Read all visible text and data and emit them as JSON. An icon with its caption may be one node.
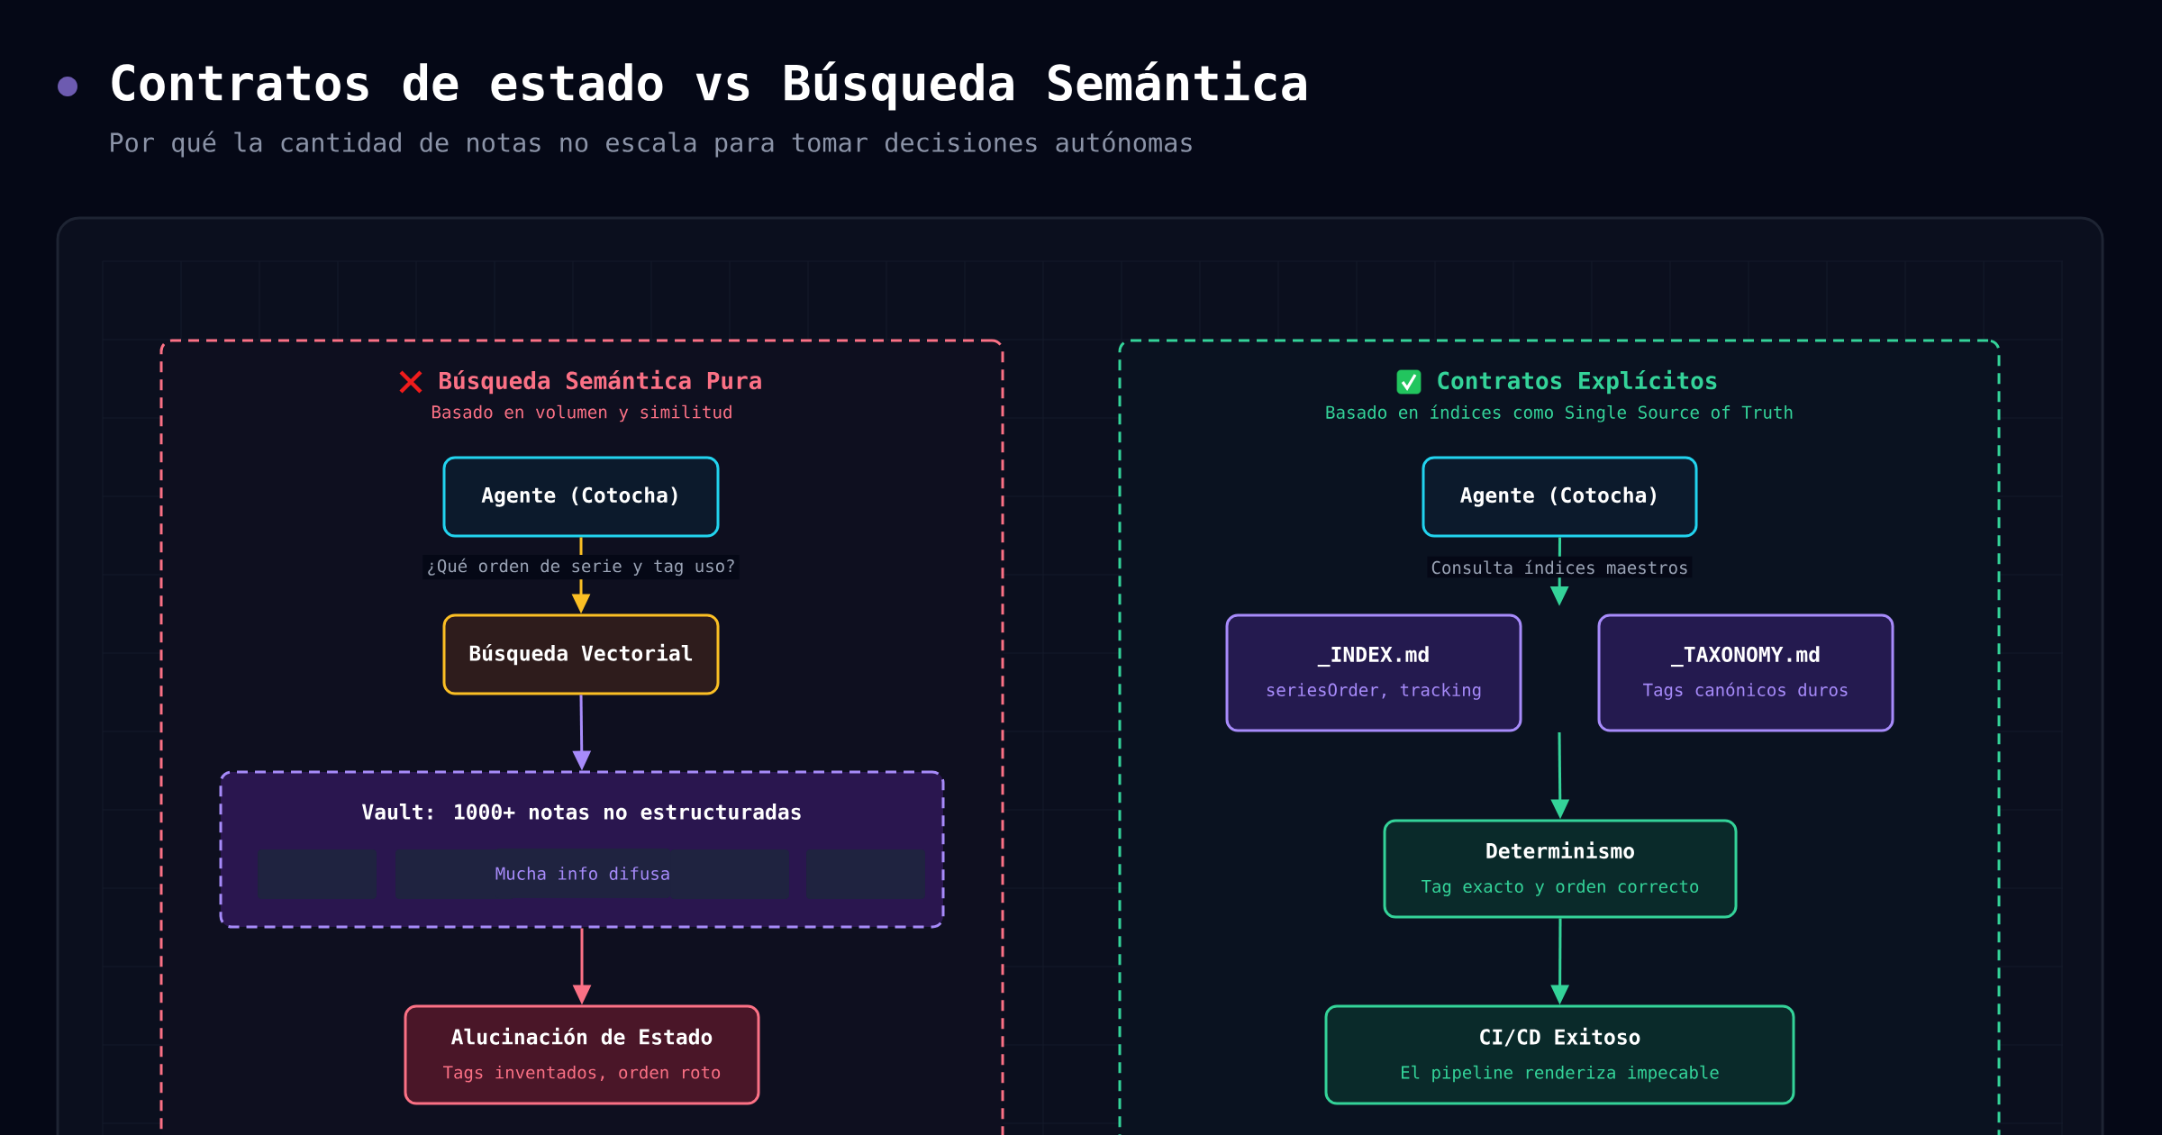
{
  "diagram": {
    "title": "Contratos de estado vs Búsqueda Semántica",
    "nodes": [
      {
        "text": [
          "Búsqueda Semántica Pura",
          "Basado en volumen y similitud"
        ]
      },
      {
        "text": [
          "Agente (Cotocha)"
        ],
        "in": 0
      },
      {
        "text": [
          "Búsqueda Vectorial"
        ],
        "in": 0
      },
      {
        "text": [
          "Vault: 1000+ notas no estructuradas"
        ],
        "in": 0
      },
      {
        "text": [
          "Alucinación de Estado",
          "Tags inventados, orden roto"
        ],
        "in": 0
      },
      {
        "text": [
          "Contratos Explícitos",
          "Basado en índices como Single Source of Truth"
        ]
      },
      {
        "text": [
          "Agente (Cotocha)"
        ],
        "in": 5
      },
      {
        "text": [
          "_INDEX.md",
          "seriesOrder, tracking"
        ],
        "in": 5
      },
      {
        "text": [
          "_TAXONOMY.md",
          "Tags canónicos duros"
        ],
        "in": 5
      },
      {
        "text": [
          "Determinismo",
          "Tag exacto y orden correcto"
        ],
        "in": 5
      },
      {
        "text": [
          "CI/CD Exitoso",
          "El pipeline renderiza impecable"
        ],
        "in": 5
      },
      {
        "text": [],
        "shape": "box",
        "in": 3
      },
      {
        "text": [],
        "shape": "box",
        "in": 3
      },
      {
        "text": [
          "Mucha info difusa"
        ],
        "in": 3
      },
      {
        "text": [],
        "shape": "box",
        "in": 3
      },
      {
        "text": [],
        "shape": "box",
        "in": 3
      }
    ],
    "edges": [
      {
        "from": 1,
        "to": 2,
        "arrow": "to",
        "label": "¿Qué orden de serie y tag uso?",
        "color": "#fbbf24"
      },
      {
        "from": 2,
        "to": 3,
        "arrow": "to",
        "color": "#a78bfa"
      },
      {
        "from": 3,
        "to": 4,
        "arrow": "to",
        "color": "#fb7185"
      },
      {
        "from": 6,
        "to": null,
        "arrow": "to",
        "label": "Consulta índices maestros"
      },
      {
        "from": null,
        "to": 9,
        "arrow": "to"
      },
      {
        "from": 9,
        "to": 10,
        "arrow": "to"
      }
    ],
    "labels": [
      "Por qué la cantidad de notas no escala para tomar decisiones autónomas"
    ]
  }
}
